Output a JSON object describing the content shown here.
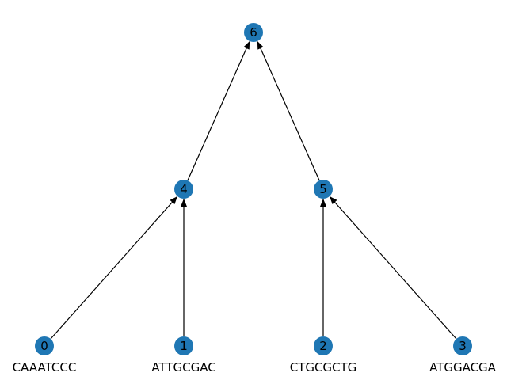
{
  "style": {
    "node_color": "#1f77b4",
    "edge_color": "#000000",
    "label_color": "#000000"
  },
  "nodes": [
    {
      "id": "0",
      "label": "0",
      "sequence": "CAAATCCC"
    },
    {
      "id": "1",
      "label": "1",
      "sequence": "ATTGCGAC"
    },
    {
      "id": "2",
      "label": "2",
      "sequence": "CTGCGCTG"
    },
    {
      "id": "3",
      "label": "3",
      "sequence": "ATGGACGA"
    },
    {
      "id": "4",
      "label": "4",
      "sequence": ""
    },
    {
      "id": "5",
      "label": "5",
      "sequence": ""
    },
    {
      "id": "6",
      "label": "6",
      "sequence": ""
    }
  ],
  "edges": [
    {
      "from": "0",
      "to": "4"
    },
    {
      "from": "1",
      "to": "4"
    },
    {
      "from": "2",
      "to": "5"
    },
    {
      "from": "3",
      "to": "5"
    },
    {
      "from": "4",
      "to": "6"
    },
    {
      "from": "5",
      "to": "6"
    }
  ]
}
